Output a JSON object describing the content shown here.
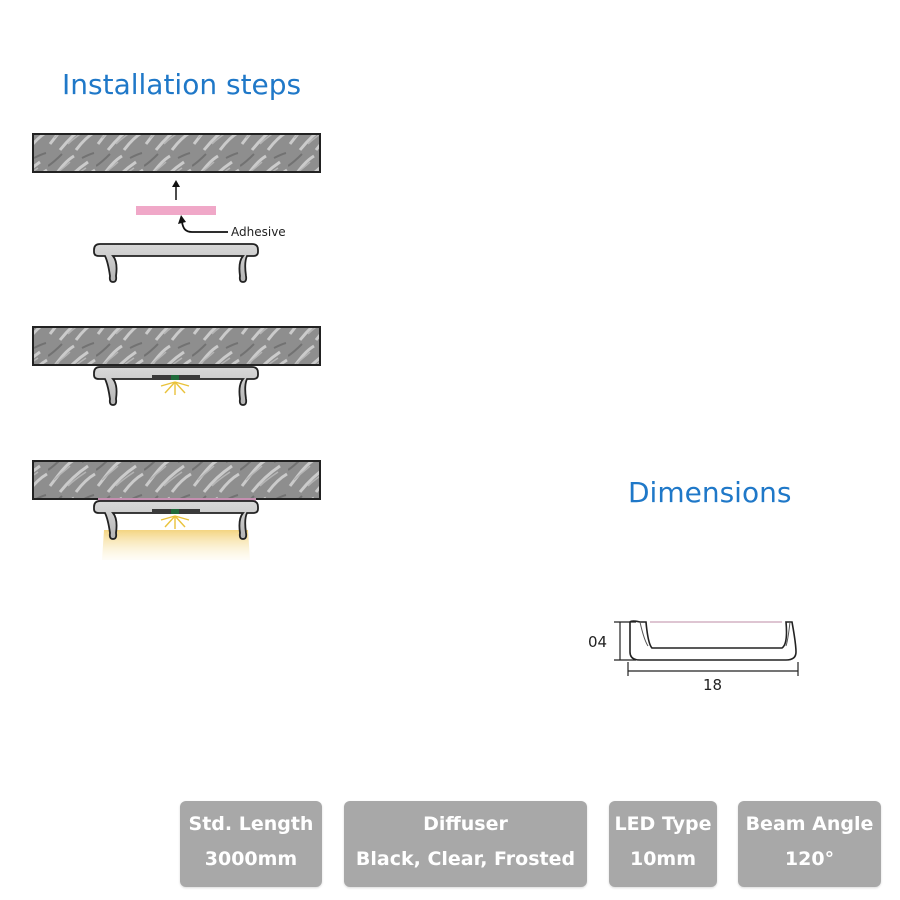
{
  "installation": {
    "title": "Installation steps",
    "adhesive_label": "Adhesive"
  },
  "dimensions": {
    "title": "Dimensions",
    "height_label": "04",
    "width_label": "18"
  },
  "specs": [
    {
      "label": "Std. Length",
      "value": "3000mm"
    },
    {
      "label": "Diffuser",
      "value": "Black, Clear, Frosted"
    },
    {
      "label": "LED Type",
      "value": "10mm"
    },
    {
      "label": "Beam Angle",
      "value": "120°"
    }
  ],
  "colors": {
    "heading": "#1f78c8",
    "adhesive": "#f0a8c8",
    "card_bg": "#a8a8a8",
    "surface": "#9a9a9a",
    "profile": "#c8c8c8",
    "led_glow": "#f5d880"
  }
}
